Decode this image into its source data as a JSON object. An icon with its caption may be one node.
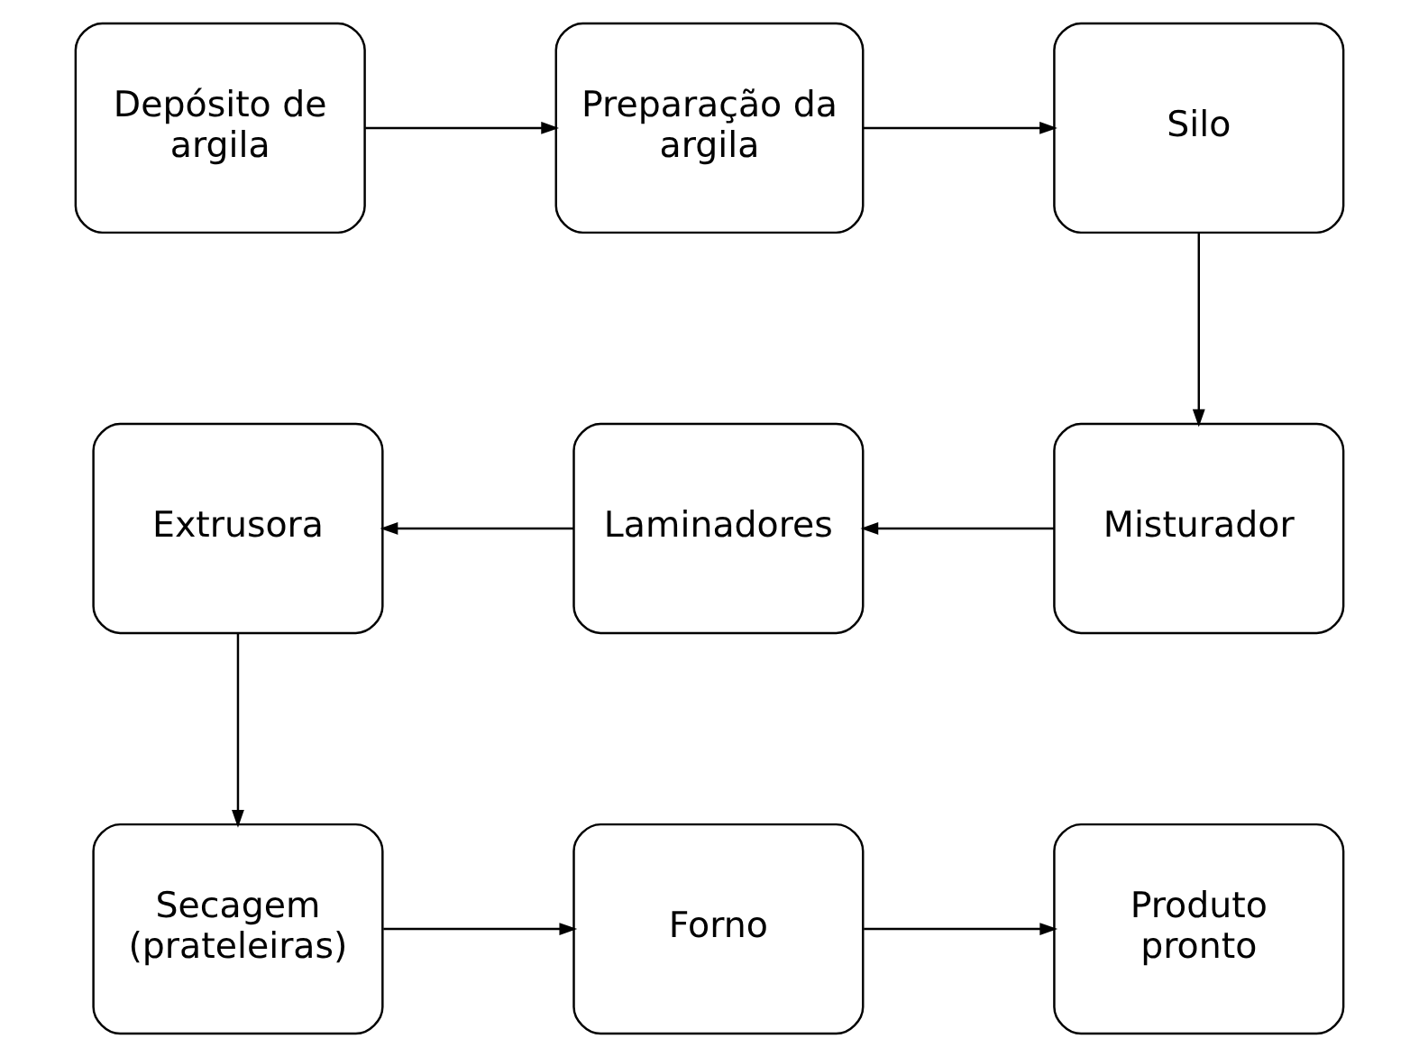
{
  "diagram": {
    "nodes": [
      {
        "text": [
          "Depósito de argila"
        ]
      },
      {
        "text": [
          "Preparação da argila"
        ]
      },
      {
        "text": [
          "Silo"
        ]
      },
      {
        "text": [
          "Misturador"
        ]
      },
      {
        "text": [
          "Laminadores"
        ]
      },
      {
        "text": [
          "Extrusora"
        ]
      },
      {
        "text": [
          "Secagem (prateleiras)"
        ]
      },
      {
        "text": [
          "Forno"
        ]
      },
      {
        "text": [
          "Produto pronto"
        ]
      }
    ],
    "edges": [
      {
        "from": 0,
        "to": 1,
        "arrow": "to"
      },
      {
        "from": 1,
        "to": 2,
        "arrow": "to"
      },
      {
        "from": 2,
        "to": 3,
        "arrow": "to"
      },
      {
        "from": 3,
        "to": 4,
        "arrow": "to"
      },
      {
        "from": 4,
        "to": 5,
        "arrow": "to"
      },
      {
        "from": 5,
        "to": 6,
        "arrow": "to"
      },
      {
        "from": 6,
        "to": 7,
        "arrow": "to"
      },
      {
        "from": 7,
        "to": 8,
        "arrow": "to"
      }
    ]
  }
}
